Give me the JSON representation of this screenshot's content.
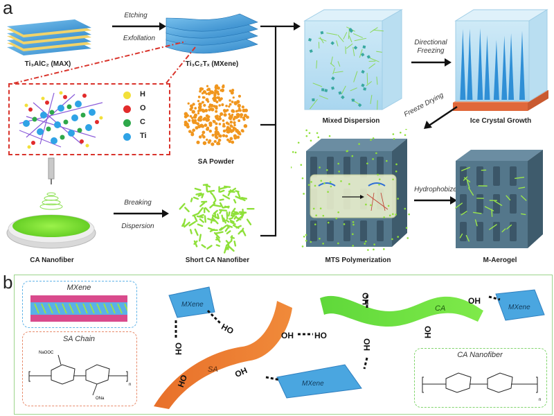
{
  "panel_a": {
    "letter": "a",
    "max_label": "Ti₃AlC₂ (MAX)",
    "mxene_label": "Ti₃C₂Tₓ (MXene)",
    "etching": "Etching",
    "exfoliation": "Exfollation",
    "legend": [
      {
        "symbol": "H",
        "color": "#f2e03a"
      },
      {
        "symbol": "O",
        "color": "#e22b2b"
      },
      {
        "symbol": "C",
        "color": "#2ea84a"
      },
      {
        "symbol": "Ti",
        "color": "#2fa3e6"
      }
    ],
    "sa_powder": "SA Powder",
    "ca_nanofiber": "CA Nanofiber",
    "short_ca": "Short CA Nanofiber",
    "breaking": "Breaking",
    "dispersion": "Dispersion",
    "mixed_dispersion": "Mixed Dispersion",
    "directional": "Directional",
    "freezing": "Freezing",
    "ice_crystal": "Ice Crystal Growth",
    "freeze_drying": "Freeze  Drying",
    "mts_polymerization": "MTS Polymerization",
    "hydrophobize": "Hydrophobize",
    "m_aerogel": "M-Aerogel"
  },
  "panel_b": {
    "letter": "b",
    "mxene_box_title": "MXene",
    "sa_chain_title": "SA Chain",
    "ca_nanofiber_title": "CA Nanofiber",
    "sa_label": "SA",
    "ca_label": "CA",
    "mxene_sheet": "MXene",
    "oh": "OH",
    "ho": "HO",
    "naooc": "NaOOC",
    "ona": "ONa",
    "n": "n"
  },
  "colors": {
    "mxene_blue": "#4aa6e0",
    "sa_orange": "#e8702a",
    "ca_green": "#63e23a",
    "aerogel_grey": "#4e6e82",
    "dashed_red": "#d9332b",
    "panel_b_border": "#9bd48a"
  }
}
